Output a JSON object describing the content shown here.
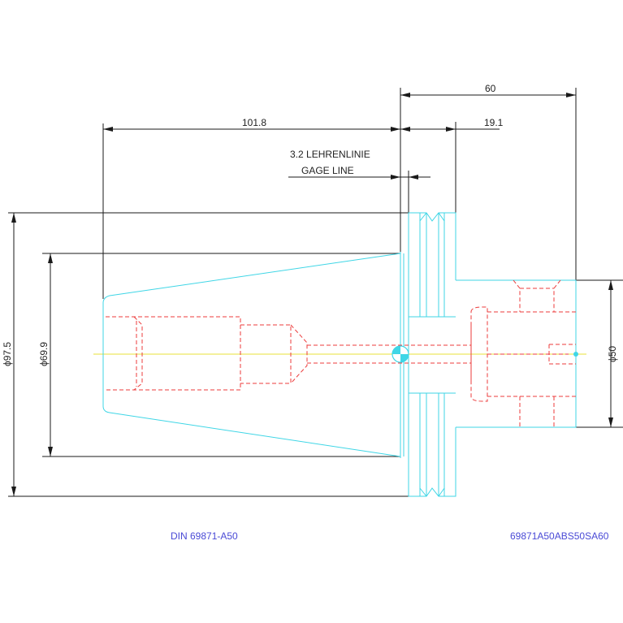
{
  "dimensions": {
    "overall_length": "60",
    "flange_length": "19.1",
    "taper_length": "101.8",
    "gage_line_offset": "3.2",
    "gage_line_label_de": "LEHRENLINIE",
    "gage_line_label_en": "GAGE LINE",
    "flange_diameter": "ϕ97.5",
    "taper_diameter": "ϕ69.9",
    "shank_diameter": "ϕ50"
  },
  "footer": {
    "standard": "DIN 69871-A50",
    "part_number": "69871A50ABS50SA60"
  },
  "colors": {
    "outline": "#3fd6e6",
    "hidden": "#ec3b3b",
    "centerline": "#e8e23a",
    "dimension": "#1a1a1a",
    "reference_text": "#4a4ad6"
  }
}
